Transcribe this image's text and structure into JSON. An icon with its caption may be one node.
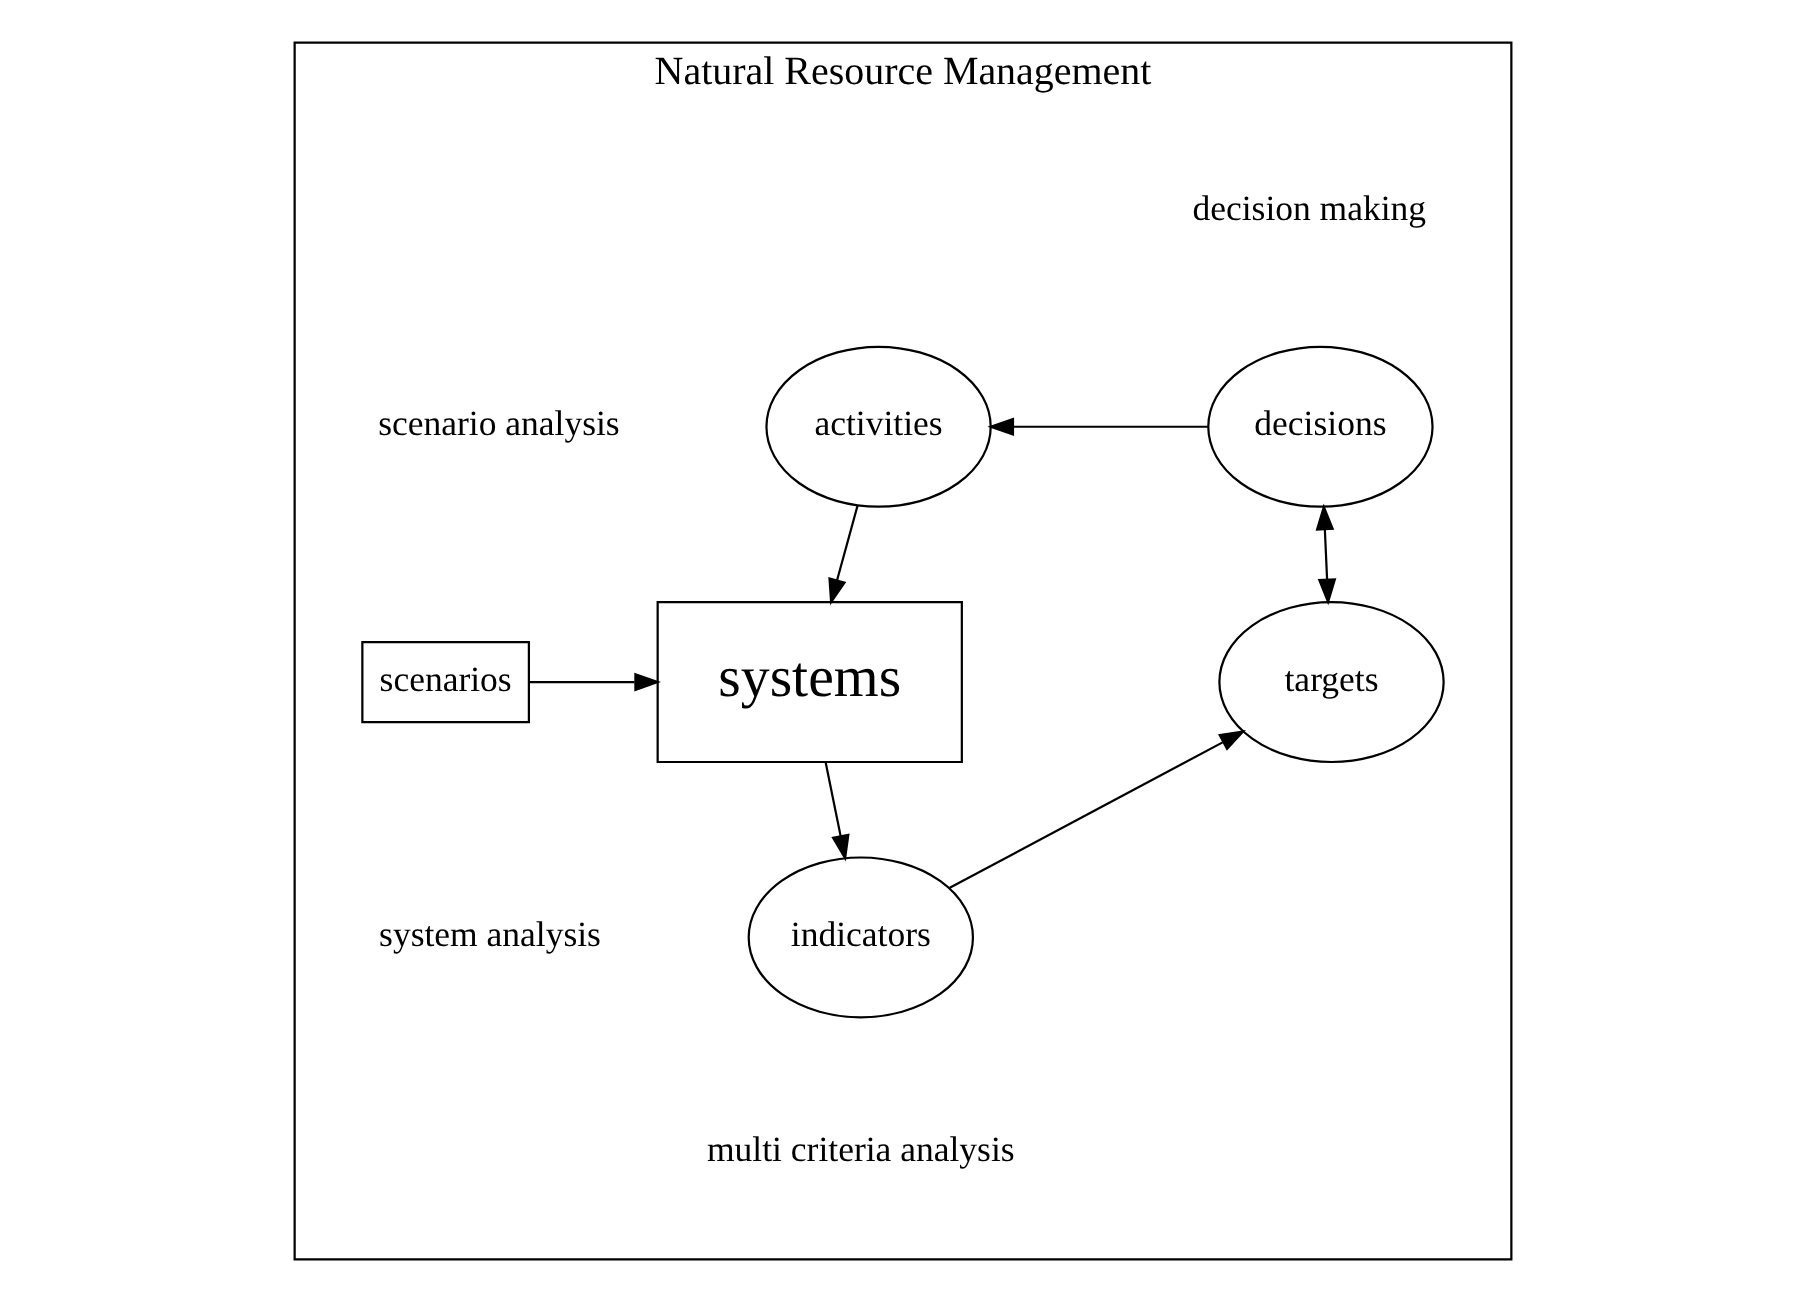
{
  "diagram": {
    "nodes": [
      {
        "text": [
          "Natural Resource Management"
        ]
      },
      {
        "text": [
          "activities"
        ],
        "in": 0
      },
      {
        "text": [
          "decisions"
        ],
        "in": 0
      },
      {
        "text": [
          "scenarios"
        ],
        "in": 0
      },
      {
        "text": [
          "systems"
        ],
        "in": 0
      },
      {
        "text": [
          "targets"
        ],
        "in": 0
      },
      {
        "text": [
          "indicators"
        ],
        "in": 0
      }
    ],
    "edges": [
      {
        "from": 1,
        "to": 4,
        "arrow": "to"
      },
      {
        "from": 3,
        "to": 4,
        "arrow": "to"
      },
      {
        "from": 4,
        "to": 6,
        "arrow": "to"
      },
      {
        "from": 6,
        "to": 5,
        "arrow": "to"
      },
      {
        "from": 5,
        "to": 2,
        "arrow": "both"
      },
      {
        "from": 2,
        "to": 1,
        "arrow": "to"
      }
    ],
    "labels": [
      "decision making",
      "scenario analysis",
      "system analysis",
      "multi criteria analysis"
    ]
  }
}
